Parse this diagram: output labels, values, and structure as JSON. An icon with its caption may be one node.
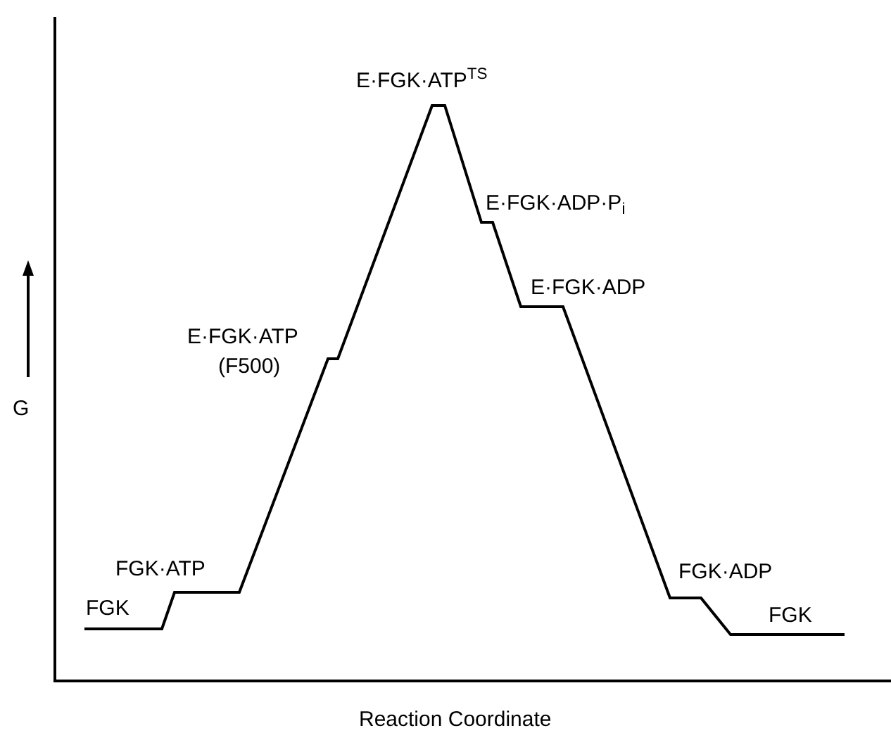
{
  "diagram": {
    "labels": [
      "E·FGK·ATP$^{TS}$",
      "E·FGK·ADP·P$_{i}$",
      "E·FGK·ADP",
      "E·FGK·ATP",
      "(F500)",
      "G",
      "FGK·ATP",
      "FGK·ADP",
      "FGK",
      "FGK",
      "Reaction Coordinate"
    ]
  }
}
